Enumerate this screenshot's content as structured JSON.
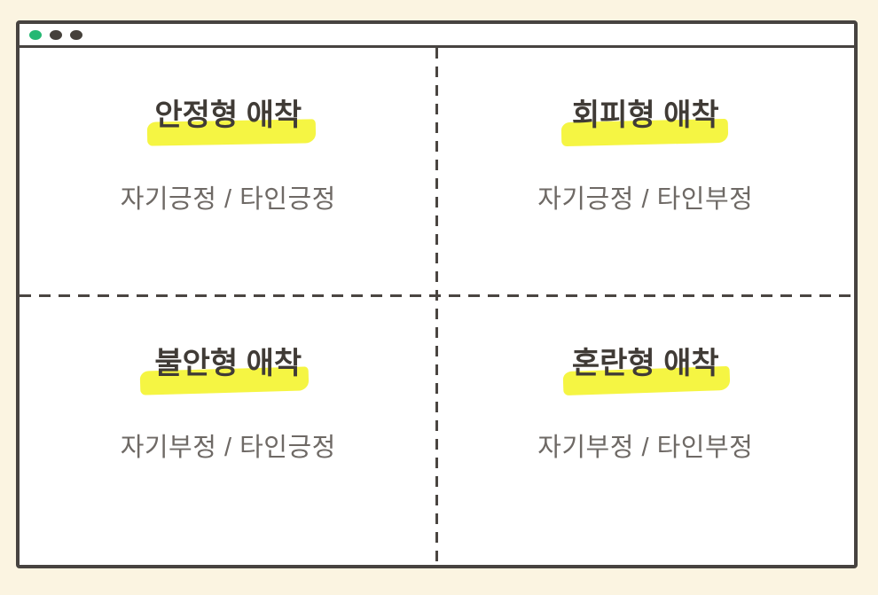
{
  "page": {
    "background_color": "#FBF4E1"
  },
  "window": {
    "background_color": "#FFFFFF",
    "border_color": "#474340",
    "titlebar": {
      "dots": [
        {
          "name": "green-dot",
          "color": "#25B873"
        },
        {
          "name": "dark-dot-1",
          "color": "#45403B"
        },
        {
          "name": "dark-dot-2",
          "color": "#45403B"
        }
      ]
    }
  },
  "dividers": {
    "style": "dashed",
    "color": "#4A4541"
  },
  "highlight_color": "#F5F543",
  "title_text_color": "#403B36",
  "subtitle_text_color": "#6E6965",
  "quadrants": [
    {
      "position": "top-left",
      "title": "안정형 애착",
      "subtitle": "자기긍정 / 타인긍정"
    },
    {
      "position": "top-right",
      "title": "회피형 애착",
      "subtitle": "자기긍정 / 타인부정"
    },
    {
      "position": "bottom-left",
      "title": "불안형 애착",
      "subtitle": "자기부정 / 타인긍정"
    },
    {
      "position": "bottom-right",
      "title": "혼란형 애착",
      "subtitle": "자기부정 / 타인부정"
    }
  ]
}
